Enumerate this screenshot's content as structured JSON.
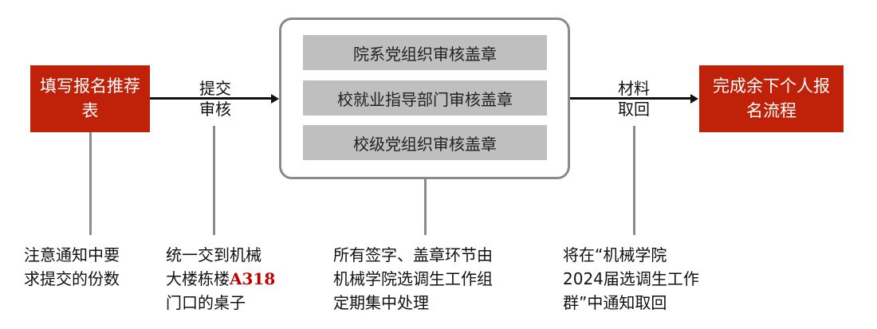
{
  "steps": {
    "start": "填写报名推荐表",
    "end": "完成余下个人报名流程"
  },
  "arrows": {
    "submit_line1": "提交",
    "submit_line2": "审核",
    "retrieve_line1": "材料",
    "retrieve_line2": "取回"
  },
  "review_steps": [
    "院系党组织审核盖章",
    "校就业指导部门审核盖章",
    "校级党组织审核盖章"
  ],
  "notes": {
    "n1": [
      "注意通知中要",
      "求提交的份数"
    ],
    "n2": {
      "line1": "统一交到机械",
      "line2_prefix": "大楼栋楼",
      "line2_highlight": "A318",
      "line3": "门口的桌子"
    },
    "n3": [
      "所有签字、盖章环节由",
      "机械学院选调生工作组",
      "定期集中处理"
    ],
    "n4": [
      "将在“机械学院",
      "2024届选调生工作",
      "群”中通知取回"
    ]
  },
  "colors": {
    "accent": "#bf2209",
    "highlight": "#c00000",
    "bar": "#bfbfbf"
  }
}
